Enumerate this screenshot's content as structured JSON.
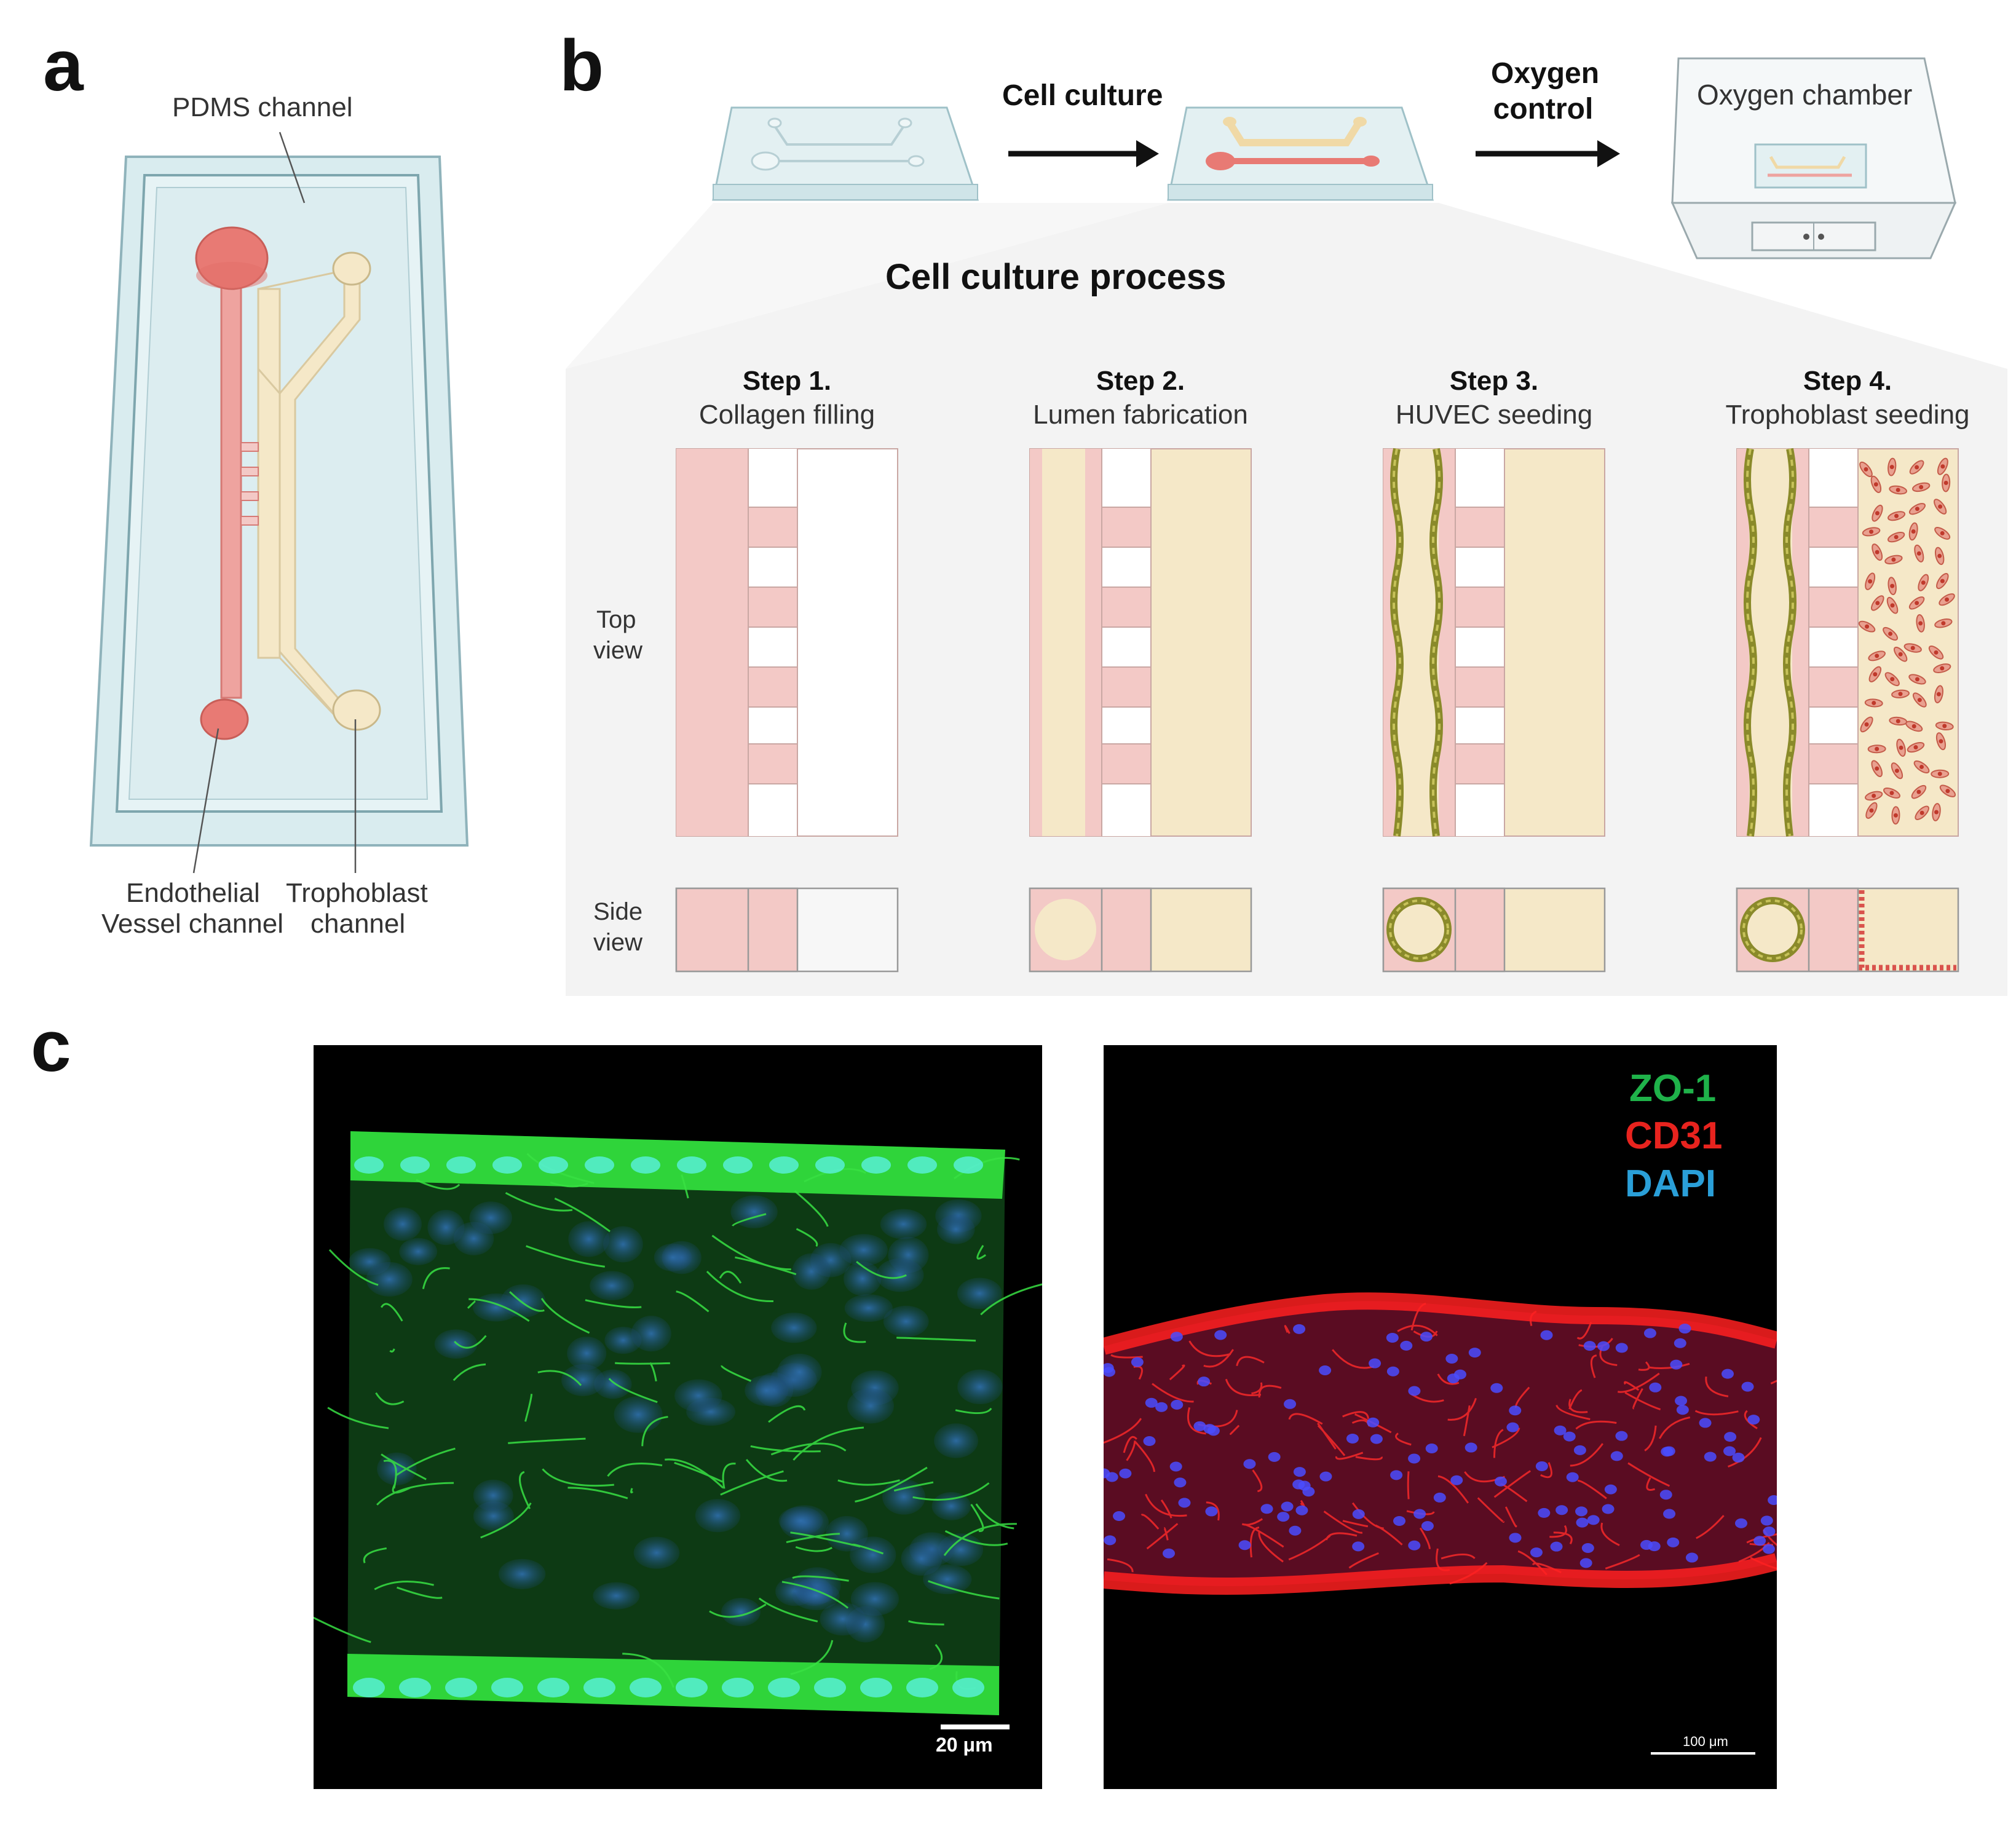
{
  "panels": {
    "a": "a",
    "b": "b",
    "c": "c"
  },
  "panel_a": {
    "pdms_label": "PDMS channel",
    "endothelial_label_1": "Endothelial",
    "endothelial_label_2": "Vessel channel",
    "trophoblast_label_1": "Trophoblast",
    "trophoblast_label_2": "channel"
  },
  "panel_b": {
    "arrow_1_label": "Cell culture",
    "arrow_2_label_1": "Oxygen",
    "arrow_2_label_2": "control",
    "chamber_label": "Oxygen chamber",
    "process_title": "Cell culture process",
    "top_view_1": "Top",
    "top_view_2": "view",
    "side_view_1": "Side",
    "side_view_2": "view",
    "steps": [
      {
        "title": "Step 1.",
        "subtitle": "Collagen filling"
      },
      {
        "title": "Step 2.",
        "subtitle": "Lumen fabrication"
      },
      {
        "title": "Step 3.",
        "subtitle": "HUVEC seeding"
      },
      {
        "title": "Step 4.",
        "subtitle": "Trophoblast seeding"
      }
    ]
  },
  "panel_c": {
    "legend": [
      "ZO-1",
      "CD31",
      "DAPI"
    ],
    "scale_left": "20 μm",
    "scale_right": "100 μm"
  },
  "colors": {
    "collagen_pink": "#f3c9c6",
    "vessel_red": "#e87a74",
    "trophoblast_cream": "#f5e8c8",
    "pdms_blue": "#d9ecef",
    "zo1_green": "#1fb24a",
    "cd31_red": "#e8231e",
    "dapi_blue": "#2a9fd8"
  }
}
